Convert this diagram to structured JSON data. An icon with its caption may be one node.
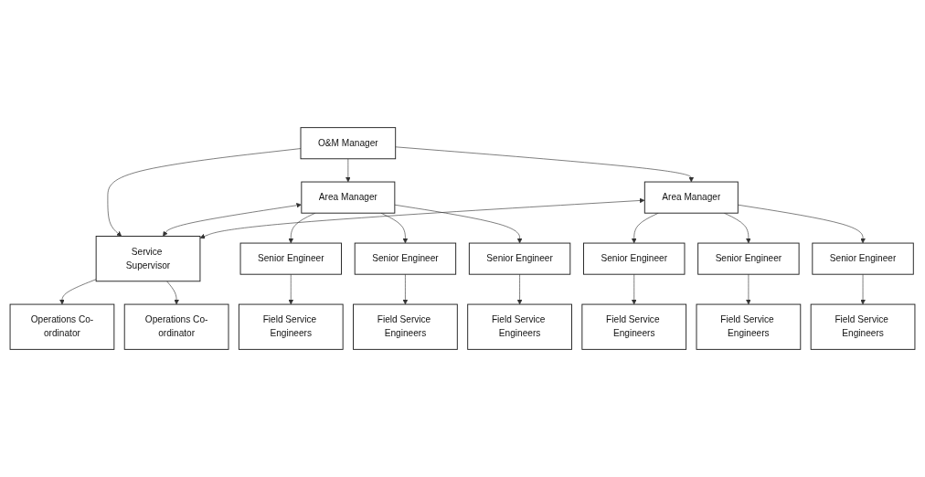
{
  "diagram": {
    "nodes": [
      {
        "text": [
          "O&M Manager"
        ]
      },
      {
        "text": [
          "Area Manager"
        ]
      },
      {
        "text": [
          "Service Supervisor"
        ]
      },
      {
        "text": [
          "Area Manager"
        ]
      },
      {
        "text": [
          "Operations Co-ordinator"
        ]
      },
      {
        "text": [
          "Operations Co-ordinator"
        ]
      },
      {
        "text": [
          "Senior Engineer"
        ]
      },
      {
        "text": [
          "Senior Engineer"
        ]
      },
      {
        "text": [
          "Senior Engineer"
        ]
      },
      {
        "text": [
          "Senior Engineer"
        ]
      },
      {
        "text": [
          "Senior Engineer"
        ]
      },
      {
        "text": [
          "Senior Engineer"
        ]
      },
      {
        "text": [
          "Field Service Engineers"
        ]
      },
      {
        "text": [
          "Field Service Engineers"
        ]
      },
      {
        "text": [
          "Field Service Engineers"
        ]
      },
      {
        "text": [
          "Field Service Engineers"
        ]
      },
      {
        "text": [
          "Field Service Engineers"
        ]
      },
      {
        "text": [
          "Field Service Engineers"
        ]
      }
    ],
    "edges": [
      {
        "from": 0,
        "to": 1,
        "arrow": "to"
      },
      {
        "from": 0,
        "to": 2,
        "arrow": "to"
      },
      {
        "from": 0,
        "to": 3,
        "arrow": "to"
      },
      {
        "from": 1,
        "to": 2,
        "arrow": "both"
      },
      {
        "from": 2,
        "to": 3,
        "arrow": "both"
      },
      {
        "from": 2,
        "to": 4,
        "arrow": "to"
      },
      {
        "from": 2,
        "to": 5,
        "arrow": "to"
      },
      {
        "from": 1,
        "to": 6,
        "arrow": "to"
      },
      {
        "from": 1,
        "to": 7,
        "arrow": "to"
      },
      {
        "from": 1,
        "to": 8,
        "arrow": "to"
      },
      {
        "from": 3,
        "to": 9,
        "arrow": "to"
      },
      {
        "from": 3,
        "to": 10,
        "arrow": "to"
      },
      {
        "from": 3,
        "to": 11,
        "arrow": "to"
      },
      {
        "from": 6,
        "to": 12,
        "arrow": "to"
      },
      {
        "from": 7,
        "to": 13,
        "arrow": "to"
      },
      {
        "from": 8,
        "to": 14,
        "arrow": "to"
      },
      {
        "from": 9,
        "to": 15,
        "arrow": "to"
      },
      {
        "from": 10,
        "to": 16,
        "arrow": "to"
      },
      {
        "from": 11,
        "to": 17,
        "arrow": "to"
      }
    ]
  }
}
